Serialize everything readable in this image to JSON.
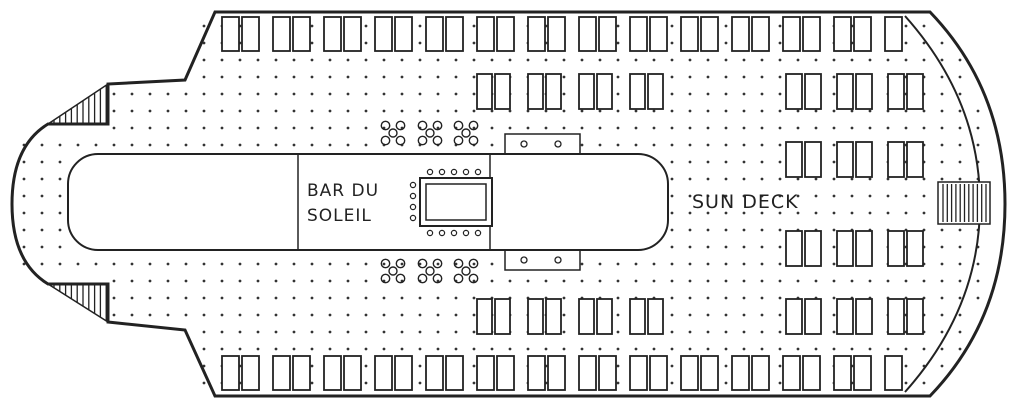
{
  "diagram": {
    "labels": {
      "bar_line1": "BAR DU",
      "bar_line2": "SOLEIL",
      "sun_deck": "SUN DECK"
    },
    "colors": {
      "stroke": "#222222",
      "background": "#ffffff"
    }
  }
}
